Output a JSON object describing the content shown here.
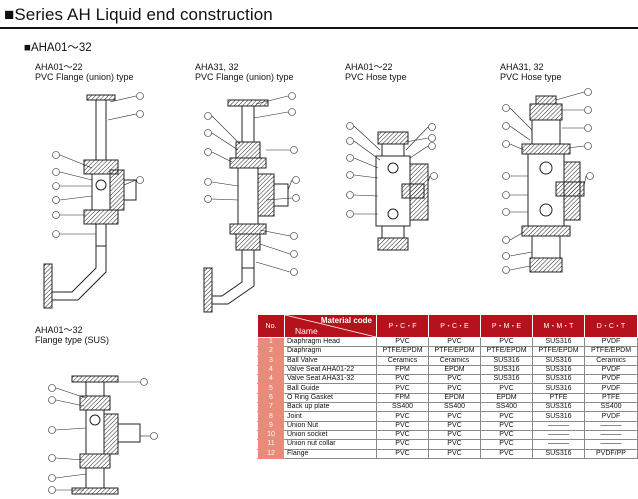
{
  "header": {
    "title": "■Series AH Liquid end construction"
  },
  "subtitle": "■AHA01～32",
  "figures": [
    {
      "line1": "AHA01～22",
      "line2": "PVC Flange (union) type"
    },
    {
      "line1": "AHA31, 32",
      "line2": "PVC Flange (union) type"
    },
    {
      "line1": "AHA01～22",
      "line2": "PVC Hose type"
    },
    {
      "line1": "AHA31, 32",
      "line2": "PVC Hose type"
    },
    {
      "line1": "AHA01～32",
      "line2": "Flange type (SUS)"
    }
  ],
  "table": {
    "no_header": "No.",
    "material_code": "Material code",
    "name_header": "Name",
    "codes": [
      "P・C・F",
      "P・C・E",
      "P・M・E",
      "M・M・T",
      "D・C・T"
    ],
    "rows": [
      {
        "no": "1",
        "name": "Diaphragm Head",
        "vals": [
          "PVC",
          "PVC",
          "PVC",
          "SUS316",
          "PVDF"
        ]
      },
      {
        "no": "2",
        "name": "Diaphragm",
        "vals": [
          "PTFE/EPDM",
          "PTFE/EPDM",
          "PTFE/EPDM",
          "PTFE/EPDM",
          "PTFE/EPDM"
        ]
      },
      {
        "no": "3",
        "name": "Ball Valve",
        "vals": [
          "Ceramics",
          "Ceramics",
          "SUS316",
          "SUS316",
          "Ceramics"
        ]
      },
      {
        "no": "4",
        "name": "Valve Seat AHA01-22",
        "vals": [
          "FPM",
          "EPDM",
          "SUS316",
          "SUS316",
          "PVDF"
        ]
      },
      {
        "no": "4",
        "name": "Valve Seat AHA31-32",
        "vals": [
          "PVC",
          "PVC",
          "SUS316",
          "SUS316",
          "PVDF"
        ]
      },
      {
        "no": "5",
        "name": "Ball Guide",
        "vals": [
          "PVC",
          "PVC",
          "PVC",
          "SUS316",
          "PVDF"
        ]
      },
      {
        "no": "6",
        "name": "O Ring Gasket",
        "vals": [
          "FPM",
          "EPDM",
          "EPDM",
          "PTFE",
          "PTFE"
        ]
      },
      {
        "no": "7",
        "name": "Back up plate",
        "vals": [
          "SS400",
          "SS400",
          "SS400",
          "SUS316",
          "SS400"
        ]
      },
      {
        "no": "8",
        "name": "Joint",
        "vals": [
          "PVC",
          "PVC",
          "PVC",
          "SUS316",
          "PVDF"
        ]
      },
      {
        "no": "9",
        "name": "Union Nut",
        "vals": [
          "PVC",
          "PVC",
          "PVC",
          "———",
          "———"
        ]
      },
      {
        "no": "10",
        "name": "Union socket",
        "vals": [
          "PVC",
          "PVC",
          "PVC",
          "———",
          "———"
        ]
      },
      {
        "no": "11",
        "name": "Union nut collar",
        "vals": [
          "PVC",
          "PVC",
          "PVC",
          "———",
          "———"
        ]
      },
      {
        "no": "12",
        "name": "Flange",
        "vals": [
          "PVC",
          "PVC",
          "PVC",
          "SUS316",
          "PVDF/PP"
        ]
      }
    ]
  },
  "colors": {
    "table_header": "#b5121b",
    "no_column": "#e98a7b"
  }
}
